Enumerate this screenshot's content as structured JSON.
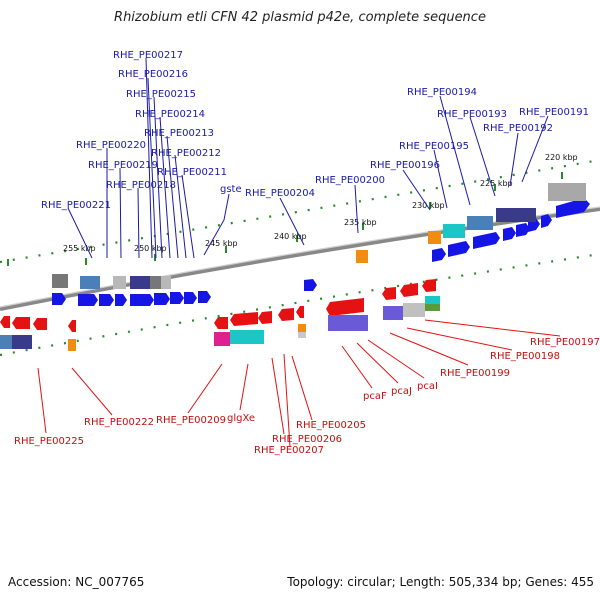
{
  "title": "Rhizobium etli CFN 42 plasmid p42e, complete sequence",
  "footer": {
    "accession": "Accession: NC_007765",
    "topology": "Topology: circular; Length: 505,334 bp; Genes: 455"
  },
  "colors": {
    "forward": "#1515e6",
    "reverse": "#e41212",
    "forward_label": "#1a1aa8",
    "reverse_label": "#c41010",
    "backbone": "#888888",
    "tick": "#2a8a2a"
  },
  "kbp_ticks": [
    "220 kbp",
    "225 kbp",
    "230 kbp",
    "235 kbp",
    "240 kbp",
    "245 kbp",
    "250 kbp",
    "255 kbp"
  ],
  "forward_labels": [
    "RHE_PE00217",
    "RHE_PE00216",
    "RHE_PE00215",
    "RHE_PE00214",
    "RHE_PE00213",
    "RHE_PE00212",
    "RHE_PE00211",
    "RHE_PE00220",
    "RHE_PE00219",
    "RHE_PE00218",
    "RHE_PE00221",
    "gste",
    "RHE_PE00204",
    "RHE_PE00200",
    "RHE_PE00196",
    "RHE_PE00195",
    "RHE_PE00194",
    "RHE_PE00193",
    "RHE_PE00192",
    "RHE_PE00191"
  ],
  "reverse_labels": [
    "RHE_PE00225",
    "RHE_PE00222",
    "RHE_PE00209",
    "glgXe",
    "RHE_PE00205",
    "RHE_PE00206",
    "RHE_PE00207",
    "pcaF",
    "pcaJ",
    "pcaI",
    "RHE_PE00199",
    "RHE_PE00198",
    "RHE_PE00197"
  ]
}
